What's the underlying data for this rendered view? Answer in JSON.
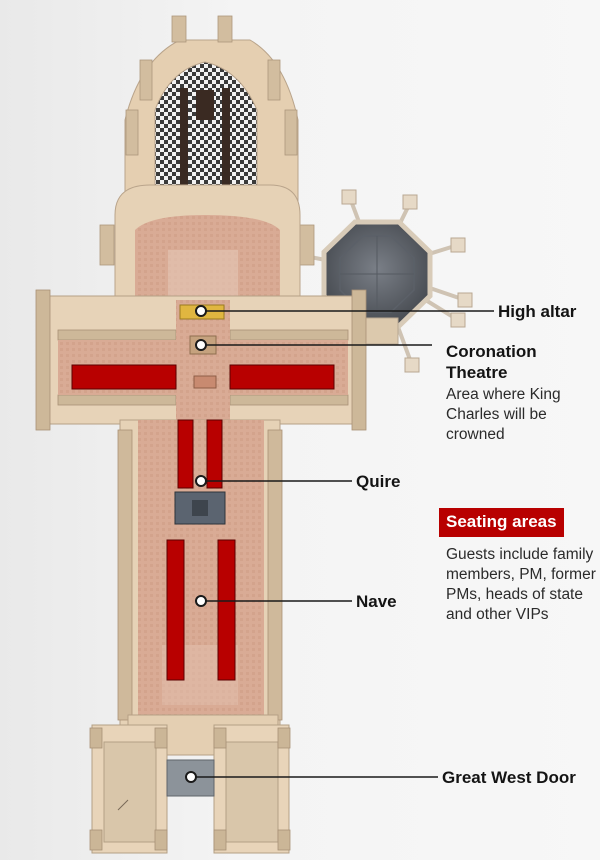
{
  "labels": {
    "high_altar": "High altar",
    "coronation_title": "Coronation Theatre",
    "coronation_desc": "Area where King Charles will be crowned",
    "quire": "Quire",
    "seating_title": "Seating areas",
    "seating_desc": "Guests include family members, PM, former PMs, heads of state and other VIPs",
    "nave": "Nave",
    "west_door": "Great West Door"
  },
  "colors": {
    "seating": "#b80000",
    "floor": "#d8aa93",
    "stone": "#e2cdb0",
    "leader_line": "#1a1a1a",
    "marker": "#ffffff"
  },
  "icons": [
    "location-marker",
    "octagonal-chapter-house"
  ]
}
